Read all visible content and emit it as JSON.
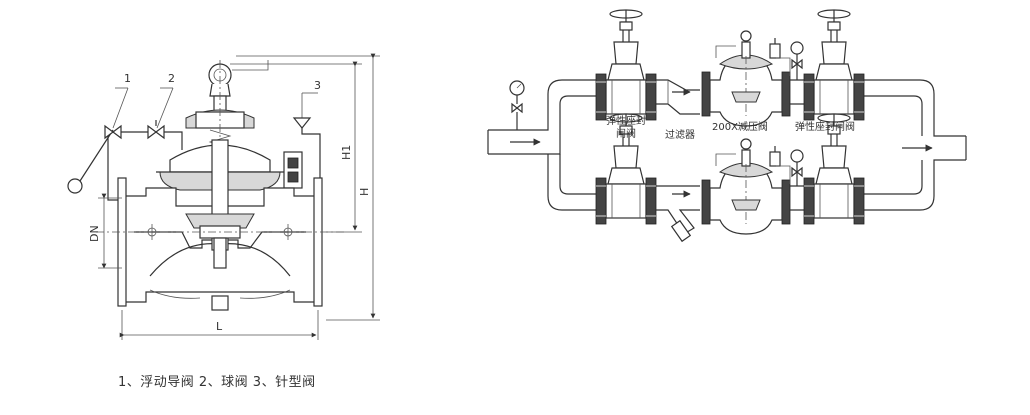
{
  "left_diagram": {
    "callouts": [
      "1",
      "2",
      "3"
    ],
    "dimensions": {
      "dn": "DN",
      "h1": "H1",
      "h": "H",
      "l": "L"
    }
  },
  "right_diagram": {
    "labels": {
      "gate_valve_top": [
        "弹性座封",
        "闸阀"
      ],
      "filter": "过滤器",
      "reducing_valve": "200X减压阀",
      "gate_valve_right": "弹性座封闸阀"
    }
  },
  "caption": "1、浮动导阀  2、球阀  3、针型阀"
}
